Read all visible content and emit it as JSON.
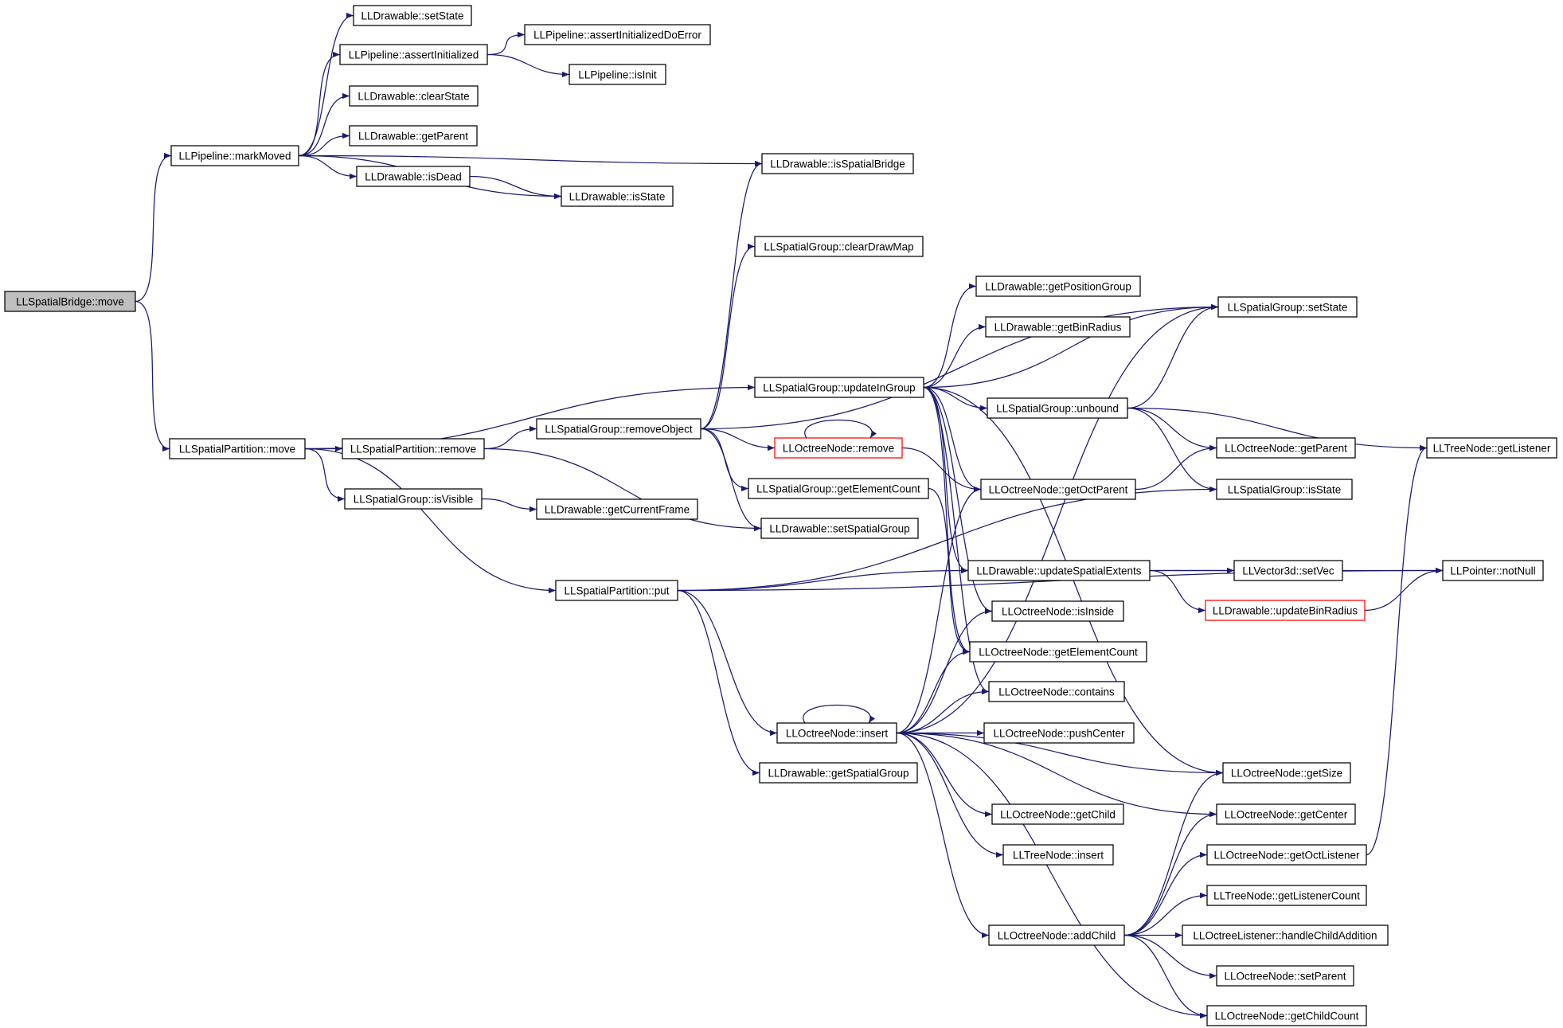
{
  "title": "",
  "colors": {
    "edge": "#191970",
    "node_border": "#000000",
    "node_border_highlight": "#ff0000",
    "root_fill": "#bfbfbf",
    "background": "#ffffff"
  },
  "nodes": [
    {
      "id": "n0",
      "label": "LLSpatialBridge::move",
      "style": "root"
    },
    {
      "id": "n1",
      "label": "LLPipeline::markMoved"
    },
    {
      "id": "n2",
      "label": "LLDrawable::setState"
    },
    {
      "id": "n3",
      "label": "LLPipeline::assertInitialized"
    },
    {
      "id": "n4",
      "label": "LLPipeline::assertInitializedDoError"
    },
    {
      "id": "n5",
      "label": "LLPipeline::isInit"
    },
    {
      "id": "n6",
      "label": "LLDrawable::clearState"
    },
    {
      "id": "n7",
      "label": "LLDrawable::getParent"
    },
    {
      "id": "n8",
      "label": "LLDrawable::isDead"
    },
    {
      "id": "n9",
      "label": "LLDrawable::isState"
    },
    {
      "id": "n10",
      "label": "LLDrawable::isSpatialBridge"
    },
    {
      "id": "n11",
      "label": "LLSpatialGroup::clearDrawMap"
    },
    {
      "id": "n12",
      "label": "LLDrawable::getPositionGroup"
    },
    {
      "id": "n13",
      "label": "LLSpatialGroup::setState"
    },
    {
      "id": "n14",
      "label": "LLDrawable::getBinRadius"
    },
    {
      "id": "n15",
      "label": "LLSpatialGroup::updateInGroup"
    },
    {
      "id": "n16",
      "label": "LLSpatialGroup::unbound"
    },
    {
      "id": "n17",
      "label": "LLSpatialPartition::move"
    },
    {
      "id": "n18",
      "label": "LLSpatialPartition::remove"
    },
    {
      "id": "n19",
      "label": "LLSpatialGroup::removeObject"
    },
    {
      "id": "n20",
      "label": "LLOctreeNode::remove",
      "style": "red"
    },
    {
      "id": "n21",
      "label": "LLOctreeNode::getParent"
    },
    {
      "id": "n22",
      "label": "LLTreeNode::getListener"
    },
    {
      "id": "n23",
      "label": "LLSpatialGroup::getElementCount"
    },
    {
      "id": "n24",
      "label": "LLOctreeNode::getOctParent"
    },
    {
      "id": "n25",
      "label": "LLSpatialGroup::isState"
    },
    {
      "id": "n26",
      "label": "LLSpatialGroup::isVisible"
    },
    {
      "id": "n27",
      "label": "LLDrawable::getCurrentFrame"
    },
    {
      "id": "n28",
      "label": "LLDrawable::setSpatialGroup"
    },
    {
      "id": "n29",
      "label": "LLDrawable::updateSpatialExtents"
    },
    {
      "id": "n30",
      "label": "LLVector3d::setVec"
    },
    {
      "id": "n31",
      "label": "LLPointer::notNull"
    },
    {
      "id": "n32",
      "label": "LLSpatialPartition::put"
    },
    {
      "id": "n33",
      "label": "LLDrawable::updateBinRadius",
      "style": "red"
    },
    {
      "id": "n34",
      "label": "LLOctreeNode::isInside"
    },
    {
      "id": "n35",
      "label": "LLOctreeNode::getElementCount"
    },
    {
      "id": "n36",
      "label": "LLOctreeNode::contains"
    },
    {
      "id": "n37",
      "label": "LLOctreeNode::insert"
    },
    {
      "id": "n38",
      "label": "LLOctreeNode::pushCenter"
    },
    {
      "id": "n39",
      "label": "LLDrawable::getSpatialGroup"
    },
    {
      "id": "n40",
      "label": "LLOctreeNode::getSize"
    },
    {
      "id": "n41",
      "label": "LLOctreeNode::getChild"
    },
    {
      "id": "n42",
      "label": "LLOctreeNode::getCenter"
    },
    {
      "id": "n43",
      "label": "LLTreeNode::insert"
    },
    {
      "id": "n44",
      "label": "LLOctreeNode::getOctListener"
    },
    {
      "id": "n45",
      "label": "LLTreeNode::getListenerCount"
    },
    {
      "id": "n46",
      "label": "LLOctreeNode::addChild"
    },
    {
      "id": "n47",
      "label": "LLOctreeListener::handleChildAddition"
    },
    {
      "id": "n48",
      "label": "LLOctreeNode::setParent"
    },
    {
      "id": "n49",
      "label": "LLOctreeNode::getChildCount"
    }
  ],
  "edges": [
    [
      "n0",
      "n1"
    ],
    [
      "n0",
      "n17"
    ],
    [
      "n1",
      "n2"
    ],
    [
      "n1",
      "n3"
    ],
    [
      "n1",
      "n6"
    ],
    [
      "n1",
      "n7"
    ],
    [
      "n1",
      "n8"
    ],
    [
      "n1",
      "n9"
    ],
    [
      "n1",
      "n10"
    ],
    [
      "n3",
      "n4"
    ],
    [
      "n3",
      "n5"
    ],
    [
      "n8",
      "n9"
    ],
    [
      "n17",
      "n15"
    ],
    [
      "n17",
      "n18"
    ],
    [
      "n17",
      "n26"
    ],
    [
      "n17",
      "n32"
    ],
    [
      "n18",
      "n19"
    ],
    [
      "n18",
      "n28"
    ],
    [
      "n26",
      "n27"
    ],
    [
      "n19",
      "n10"
    ],
    [
      "n19",
      "n11"
    ],
    [
      "n19",
      "n13"
    ],
    [
      "n19",
      "n20"
    ],
    [
      "n19",
      "n23"
    ],
    [
      "n19",
      "n28"
    ],
    [
      "n20",
      "n20"
    ],
    [
      "n20",
      "n24"
    ],
    [
      "n15",
      "n12"
    ],
    [
      "n15",
      "n14"
    ],
    [
      "n15",
      "n13"
    ],
    [
      "n15",
      "n16"
    ],
    [
      "n15",
      "n24"
    ],
    [
      "n15",
      "n29"
    ],
    [
      "n15",
      "n34"
    ],
    [
      "n15",
      "n35"
    ],
    [
      "n15",
      "n36"
    ],
    [
      "n15",
      "n40"
    ],
    [
      "n16",
      "n13"
    ],
    [
      "n16",
      "n21"
    ],
    [
      "n16",
      "n22"
    ],
    [
      "n16",
      "n25"
    ],
    [
      "n24",
      "n21"
    ],
    [
      "n23",
      "n35"
    ],
    [
      "n32",
      "n25"
    ],
    [
      "n32",
      "n29"
    ],
    [
      "n32",
      "n31"
    ],
    [
      "n32",
      "n37"
    ],
    [
      "n32",
      "n39"
    ],
    [
      "n29",
      "n30"
    ],
    [
      "n29",
      "n31"
    ],
    [
      "n29",
      "n33"
    ],
    [
      "n33",
      "n31"
    ],
    [
      "n37",
      "n37"
    ],
    [
      "n37",
      "n13"
    ],
    [
      "n37",
      "n24"
    ],
    [
      "n37",
      "n34"
    ],
    [
      "n37",
      "n35"
    ],
    [
      "n37",
      "n36"
    ],
    [
      "n37",
      "n38"
    ],
    [
      "n37",
      "n40"
    ],
    [
      "n37",
      "n41"
    ],
    [
      "n37",
      "n43"
    ],
    [
      "n37",
      "n42"
    ],
    [
      "n37",
      "n46"
    ],
    [
      "n37",
      "n49"
    ],
    [
      "n46",
      "n40"
    ],
    [
      "n46",
      "n42"
    ],
    [
      "n46",
      "n44"
    ],
    [
      "n46",
      "n45"
    ],
    [
      "n46",
      "n47"
    ],
    [
      "n46",
      "n48"
    ],
    [
      "n46",
      "n49"
    ],
    [
      "n44",
      "n22"
    ]
  ]
}
